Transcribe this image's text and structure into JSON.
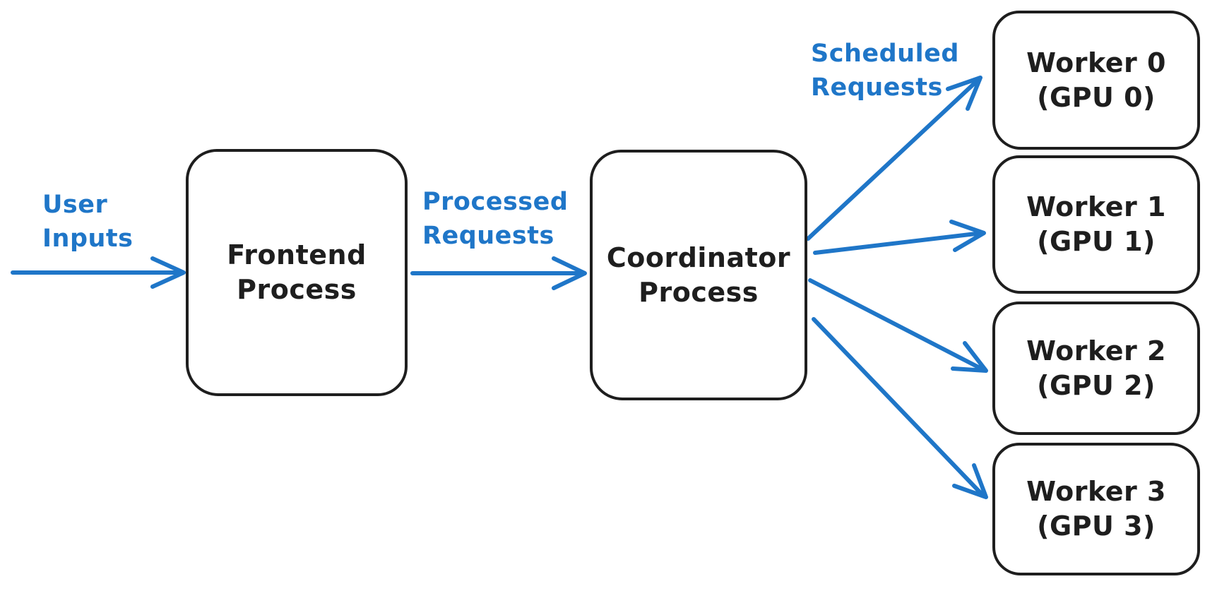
{
  "diagram": {
    "colors": {
      "accent": "#1f76c8",
      "stroke": "#1e1e1e",
      "background": "#ffffff"
    },
    "edge_labels": {
      "user_inputs": {
        "line1": "User",
        "line2": "Inputs"
      },
      "processed_requests": {
        "line1": "Processed",
        "line2": "Requests"
      },
      "scheduled_requests": {
        "line1": "Scheduled",
        "line2": "Requests"
      }
    },
    "nodes": {
      "frontend": {
        "line1": "Frontend",
        "line2": "Process"
      },
      "coordinator": {
        "line1": "Coordinator",
        "line2": "Process"
      },
      "workers": [
        {
          "line1": "Worker 0",
          "line2": "(GPU 0)"
        },
        {
          "line1": "Worker 1",
          "line2": "(GPU 1)"
        },
        {
          "line1": "Worker 2",
          "line2": "(GPU 2)"
        },
        {
          "line1": "Worker 3",
          "line2": "(GPU 3)"
        }
      ]
    }
  }
}
